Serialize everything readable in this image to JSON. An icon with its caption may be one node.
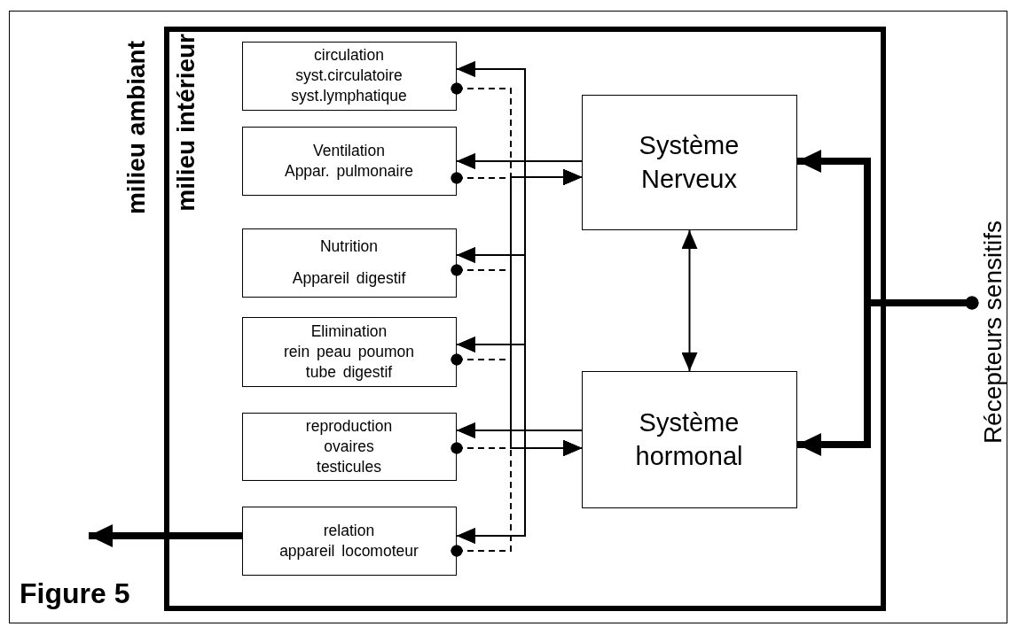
{
  "diagram": {
    "title": "Figure 5",
    "nodes": [
      {
        "text": [
          "milieu ambiant"
        ]
      },
      {
        "text": [
          "milieu intérieur"
        ],
        "in": 0
      },
      {
        "text": [
          "circulation",
          "syst.circulatoire",
          "syst.lymphatique"
        ],
        "in": 1
      },
      {
        "text": [
          "Ventilation",
          "Appar. pulmonaire"
        ],
        "in": 1
      },
      {
        "text": [
          "Nutrition",
          "Appareil digestif"
        ],
        "in": 1
      },
      {
        "text": [
          "Elimination",
          "rein peau poumon",
          "tube digestif"
        ],
        "in": 1
      },
      {
        "text": [
          "reproduction",
          "ovaires",
          "testicules"
        ],
        "in": 1
      },
      {
        "text": [
          "relation",
          "appareil locomoteur"
        ],
        "in": 1
      },
      {
        "text": [
          "Système Nerveux"
        ],
        "in": 1
      },
      {
        "text": [
          "Système hormonal"
        ],
        "in": 1
      },
      {
        "text": [
          "Récepteurs sensitifs"
        ],
        "in": 0
      }
    ],
    "edges": [
      {
        "from": 8,
        "to": 2,
        "arrow": "to"
      },
      {
        "from": 8,
        "to": 3,
        "arrow": "to"
      },
      {
        "from": 8,
        "to": 4,
        "arrow": "to"
      },
      {
        "from": 8,
        "to": 5,
        "arrow": "to"
      },
      {
        "from": 8,
        "to": 6,
        "arrow": "to"
      },
      {
        "from": 8,
        "to": 7,
        "arrow": "to"
      },
      {
        "from": 9,
        "to": 2,
        "arrow": "to"
      },
      {
        "from": 9,
        "to": 3,
        "arrow": "to"
      },
      {
        "from": 9,
        "to": 4,
        "arrow": "to"
      },
      {
        "from": 9,
        "to": 5,
        "arrow": "to"
      },
      {
        "from": 9,
        "to": 6,
        "arrow": "to"
      },
      {
        "from": 9,
        "to": 7,
        "arrow": "to"
      },
      {
        "from": 2,
        "to": 8,
        "arrow": "to",
        "style": "dashed"
      },
      {
        "from": 3,
        "to": 8,
        "arrow": "to",
        "style": "dashed"
      },
      {
        "from": 4,
        "to": 8,
        "arrow": "to",
        "style": "dashed"
      },
      {
        "from": 5,
        "to": 8,
        "arrow": "to",
        "style": "dashed"
      },
      {
        "from": 6,
        "to": 8,
        "arrow": "to",
        "style": "dashed"
      },
      {
        "from": 7,
        "to": 8,
        "arrow": "to",
        "style": "dashed"
      },
      {
        "from": 2,
        "to": 9,
        "arrow": "to",
        "style": "dashed"
      },
      {
        "from": 3,
        "to": 9,
        "arrow": "to",
        "style": "dashed"
      },
      {
        "from": 4,
        "to": 9,
        "arrow": "to",
        "style": "dashed"
      },
      {
        "from": 5,
        "to": 9,
        "arrow": "to",
        "style": "dashed"
      },
      {
        "from": 6,
        "to": 9,
        "arrow": "to",
        "style": "dashed"
      },
      {
        "from": 7,
        "to": 9,
        "arrow": "to",
        "style": "dashed"
      },
      {
        "from": 8,
        "to": 9,
        "arrow": "both"
      },
      {
        "from": 10,
        "to": 8,
        "arrow": "to",
        "style": "thick"
      },
      {
        "from": 10,
        "to": 9,
        "arrow": "to",
        "style": "thick"
      },
      {
        "from": 7,
        "to": null,
        "arrow": "to",
        "style": "thick"
      }
    ]
  }
}
